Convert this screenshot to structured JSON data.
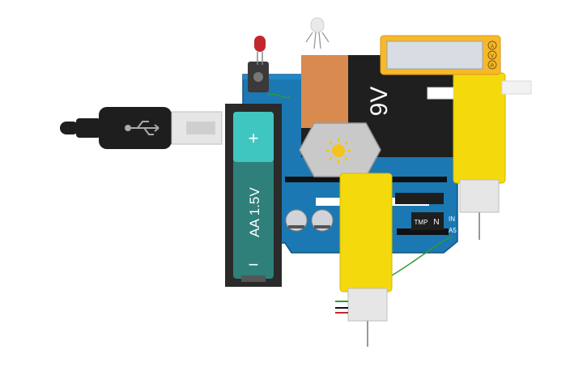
{
  "canvas": {
    "background": "#ffffff"
  },
  "components": {
    "usb_cable": {
      "icon": "usb-icon"
    },
    "led": {
      "color": "#c1272d"
    },
    "rgb_led": {
      "color": "#e9e9e9"
    },
    "pushbutton": {
      "color": "#3a3a3a"
    },
    "battery_9v": {
      "label": "9V",
      "body_color": "#1f1f1f",
      "cap_color": "#d88a4f"
    },
    "battery_aa": {
      "label": "AA 1.5V",
      "plus": "+",
      "minus": "−",
      "color": "#2f7f7b",
      "cap_color": "#3fc6c1"
    },
    "dc_motor": {
      "color": "#c9c9c9",
      "icon": "sun-icon"
    },
    "gear_motor_a": {
      "color": "#f4d90c"
    },
    "gear_motor_b": {
      "color": "#f4d90c"
    },
    "multimeter": {
      "color": "#f7b82a",
      "modes": [
        "A",
        "V",
        "R"
      ]
    },
    "temp_sensor": {
      "label": "TMP"
    },
    "transistor": {
      "label": "N"
    },
    "board": {
      "color": "#1b78b3",
      "pin_labels": [
        "IN",
        "A5"
      ]
    }
  }
}
